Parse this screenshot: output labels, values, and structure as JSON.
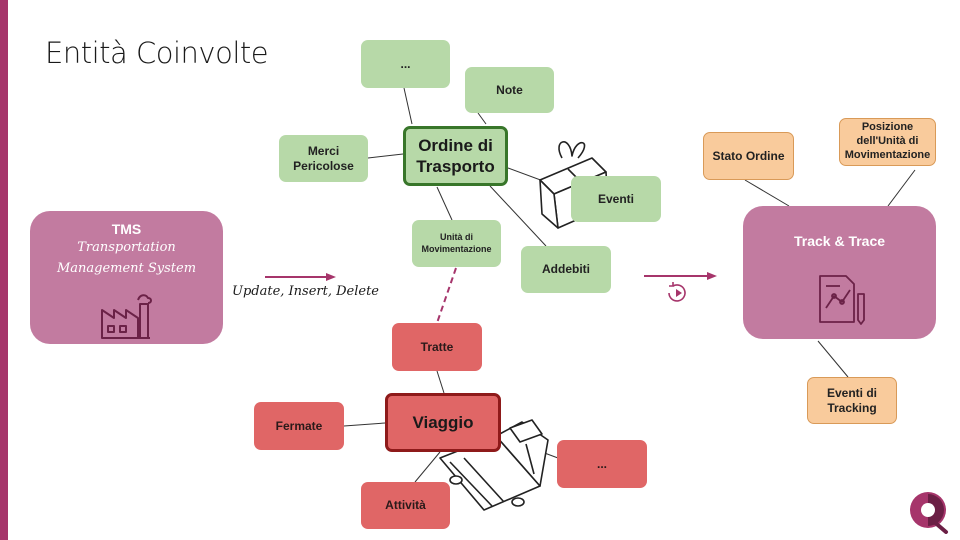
{
  "title": "Entità Coinvolte",
  "tms": {
    "title": "TMS",
    "subtitle_line1": "Transportation",
    "subtitle_line2": "Management System"
  },
  "arrow_caption": "Update, Insert, Delete",
  "ordine": {
    "main_line1": "Ordine di",
    "main_line2": "Trasporto",
    "dots": "...",
    "note": "Note",
    "merci_line1": "Merci",
    "merci_line2": "Pericolose",
    "eventi": "Eventi",
    "unita_line1": "Unità di",
    "unita_line2": "Movimentazione",
    "addebiti": "Addebiti"
  },
  "viaggio": {
    "main": "Viaggio",
    "tratte": "Tratte",
    "fermate": "Fermate",
    "attivita": "Attività",
    "dots": "..."
  },
  "track": {
    "title": "Track & Trace",
    "stato": "Stato Ordine",
    "posizione_line1": "Posizione",
    "posizione_line2": "dell'Unità di",
    "posizione_line3": "Movimentazione",
    "eventi_line1": "Eventi di",
    "eventi_line2": "Tracking"
  },
  "colors": {
    "accent": "#a6356b",
    "pink_box": "#c27ba0",
    "green_box": "#b7d9a8",
    "green_border": "#38762a",
    "red_box": "#e06666",
    "red_border": "#8e1a1a",
    "orange_box": "#f9cb9c"
  },
  "icons": [
    "factory-icon",
    "gift-box-icon",
    "truck-icon",
    "analytics-document-icon",
    "refresh-play-icon",
    "q-logo-icon"
  ]
}
